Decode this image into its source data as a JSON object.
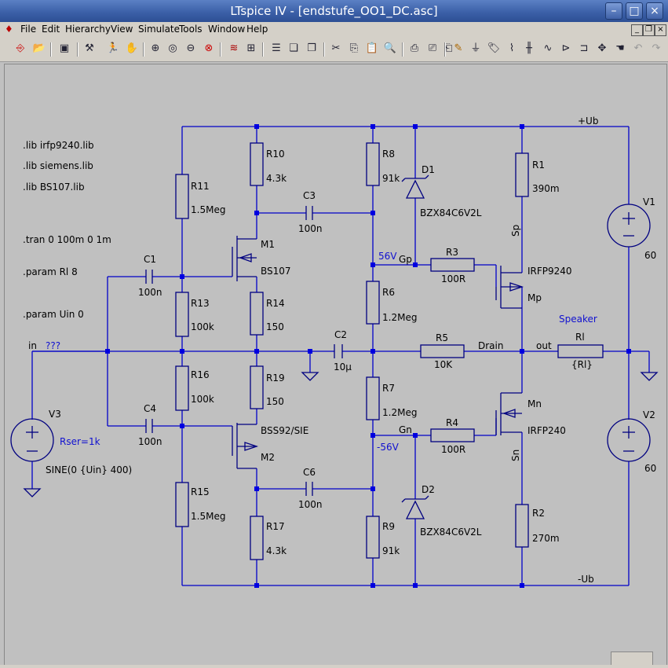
{
  "window": {
    "title": "LTspice IV - [endstufe_OO1_DC.asc]"
  },
  "menu": [
    "File",
    "Edit",
    "Hierarchy",
    "View",
    "Simulate",
    "Tools",
    "Window",
    "Help"
  ],
  "toolbar_icons": [
    "new-schematic",
    "open",
    "save",
    "control-panel",
    "run",
    "halt",
    "zoom-in",
    "pan",
    "zoom-out",
    "zoom-fit",
    "cancel-zoom",
    "autorange",
    "view-grid",
    "tile-windows",
    "cascade-windows",
    "close-window",
    "cut",
    "copy",
    "paste",
    "find",
    "print",
    "print-preview",
    "print-setup",
    "draw-wire",
    "ground",
    "label-net",
    "resistor",
    "capacitor",
    "inductor",
    "diode",
    "component",
    "move",
    "drag",
    "undo",
    "redo"
  ],
  "directives": [
    ".lib irfp9240.lib",
    ".lib siemens.lib",
    ".lib BS107.lib",
    ".tran 0 100m 0 1m",
    ".param Rl 8",
    ".param Uin 0"
  ],
  "nets": {
    "pos_rail": "+Ub",
    "neg_rail": "-Ub",
    "input": "in",
    "input_val": "???",
    "gp": "Gp",
    "gn": "Gn",
    "drain": "Drain",
    "out": "out",
    "speaker": "Speaker",
    "sp": "Sp",
    "sn": "Sn",
    "v56": "56V",
    "vm56": "-56V"
  },
  "components": {
    "R11": [
      "R11",
      "1.5Meg"
    ],
    "R10": [
      "R10",
      "4.3k"
    ],
    "R8": [
      "R8",
      "91k"
    ],
    "R1": [
      "R1",
      "390m"
    ],
    "R13": [
      "R13",
      "100k"
    ],
    "R14": [
      "R14",
      "150"
    ],
    "R6": [
      "R6",
      "1.2Meg"
    ],
    "R16": [
      "R16",
      "100k"
    ],
    "R19": [
      "R19",
      "150"
    ],
    "R7": [
      "R7",
      "1.2Meg"
    ],
    "R15": [
      "R15",
      "1.5Meg"
    ],
    "R17": [
      "R17",
      "4.3k"
    ],
    "R9": [
      "R9",
      "91k"
    ],
    "R2": [
      "R2",
      "270m"
    ],
    "R3": [
      "R3",
      "100R"
    ],
    "R4": [
      "R4",
      "100R"
    ],
    "R5": [
      "R5",
      "10K"
    ],
    "Rl": [
      "Rl",
      "{Rl}"
    ],
    "C1": [
      "C1",
      "100n"
    ],
    "C3": [
      "C3",
      "100n"
    ],
    "C2": [
      "C2",
      "10µ"
    ],
    "C4": [
      "C4",
      "100n"
    ],
    "C6": [
      "C6",
      "100n"
    ],
    "D1": [
      "D1",
      "BZX84C6V2L"
    ],
    "D2": [
      "D2",
      "BZX84C6V2L"
    ],
    "M1": [
      "M1",
      "BS107"
    ],
    "M2": [
      "M2",
      "BSS92/SIE"
    ],
    "Mp": [
      "Mp",
      "IRFP9240"
    ],
    "Mn": [
      "Mn",
      "IRFP240"
    ],
    "V1": [
      "V1",
      "60"
    ],
    "V2": [
      "V2",
      "60"
    ],
    "V3": [
      "V3",
      "SINE(0 {Uin} 400)",
      "Rser=1k"
    ]
  }
}
